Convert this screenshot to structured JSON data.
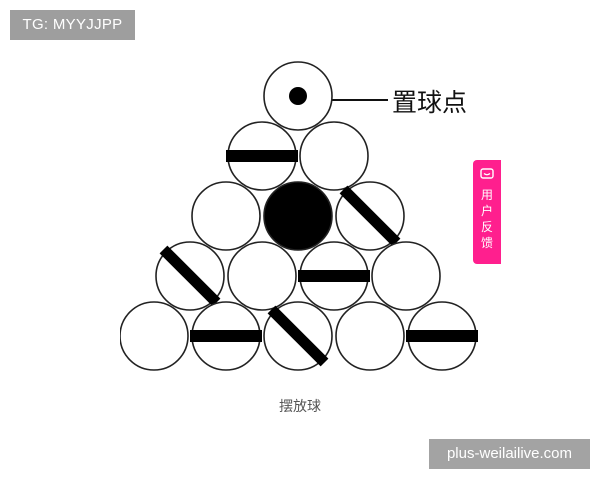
{
  "badge": {
    "text": "TG: MYYJJPP"
  },
  "diagram": {
    "annotation": "置球点",
    "caption": "摆放球",
    "balls": [
      {
        "row": 1,
        "pos": 1,
        "marking": "spot-dot"
      },
      {
        "row": 2,
        "pos": 1,
        "marking": "horizontal-stripe"
      },
      {
        "row": 2,
        "pos": 2,
        "marking": "plain"
      },
      {
        "row": 3,
        "pos": 1,
        "marking": "plain"
      },
      {
        "row": 3,
        "pos": 2,
        "marking": "solid-black"
      },
      {
        "row": 3,
        "pos": 3,
        "marking": "diagonal-stripe"
      },
      {
        "row": 4,
        "pos": 1,
        "marking": "diagonal-stripe"
      },
      {
        "row": 4,
        "pos": 2,
        "marking": "plain"
      },
      {
        "row": 4,
        "pos": 3,
        "marking": "horizontal-stripe"
      },
      {
        "row": 4,
        "pos": 4,
        "marking": "plain"
      },
      {
        "row": 5,
        "pos": 1,
        "marking": "plain"
      },
      {
        "row": 5,
        "pos": 2,
        "marking": "horizontal-stripe"
      },
      {
        "row": 5,
        "pos": 3,
        "marking": "diagonal-stripe"
      },
      {
        "row": 5,
        "pos": 4,
        "marking": "plain"
      },
      {
        "row": 5,
        "pos": 5,
        "marking": "horizontal-stripe"
      }
    ]
  },
  "feedback": {
    "label": "用户反馈",
    "icon": "message-icon",
    "color": "#ff1f8e"
  },
  "watermark": {
    "text": "plus-weilailive.com"
  }
}
